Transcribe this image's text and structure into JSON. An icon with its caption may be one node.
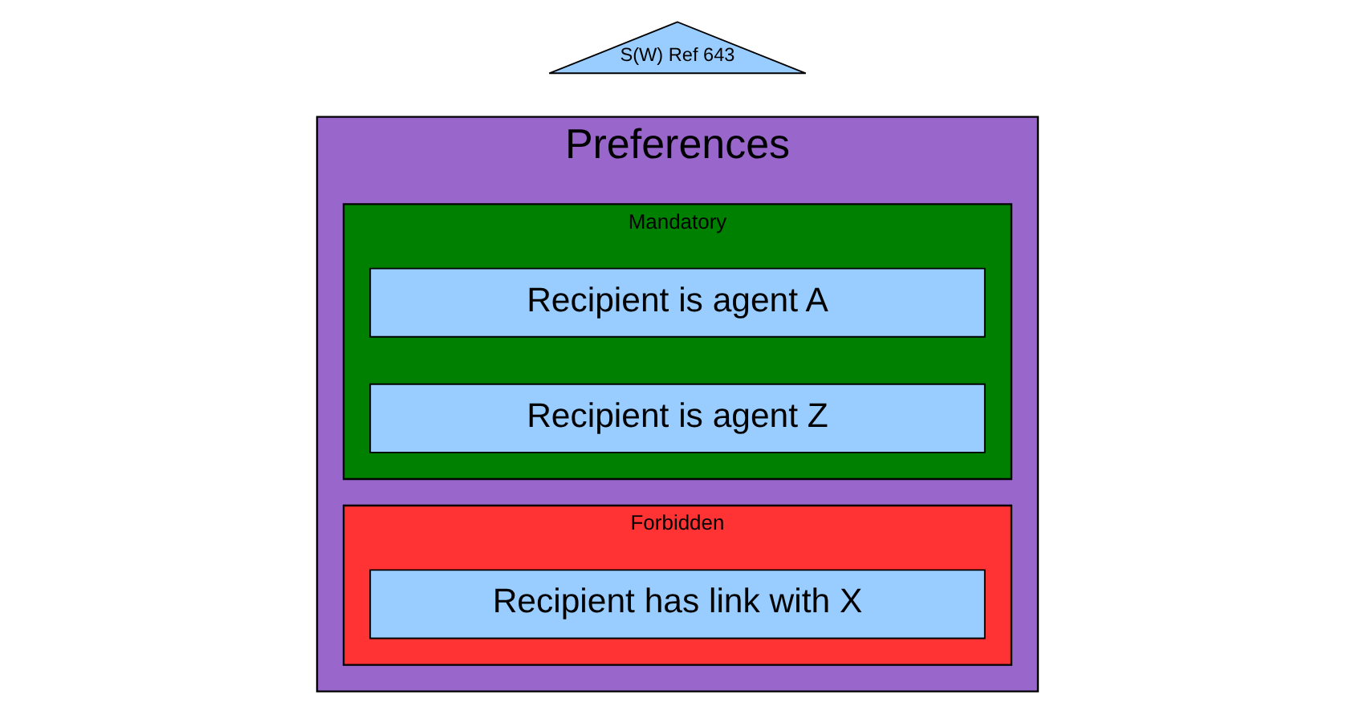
{
  "diagram": {
    "nodes": [
      {
        "text": [
          "Preferences"
        ]
      },
      {
        "text": [
          "Mandatory"
        ],
        "in": 0
      },
      {
        "text": [
          "Recipient is agent A"
        ],
        "in": 1
      },
      {
        "text": [
          "Recipient is agent Z"
        ],
        "in": 1
      },
      {
        "text": [
          "Forbidden"
        ],
        "in": 0
      },
      {
        "text": [
          "Recipient has link with X"
        ],
        "in": 4
      },
      {
        "text": [
          "S(W) Ref 643"
        ]
      }
    ]
  }
}
